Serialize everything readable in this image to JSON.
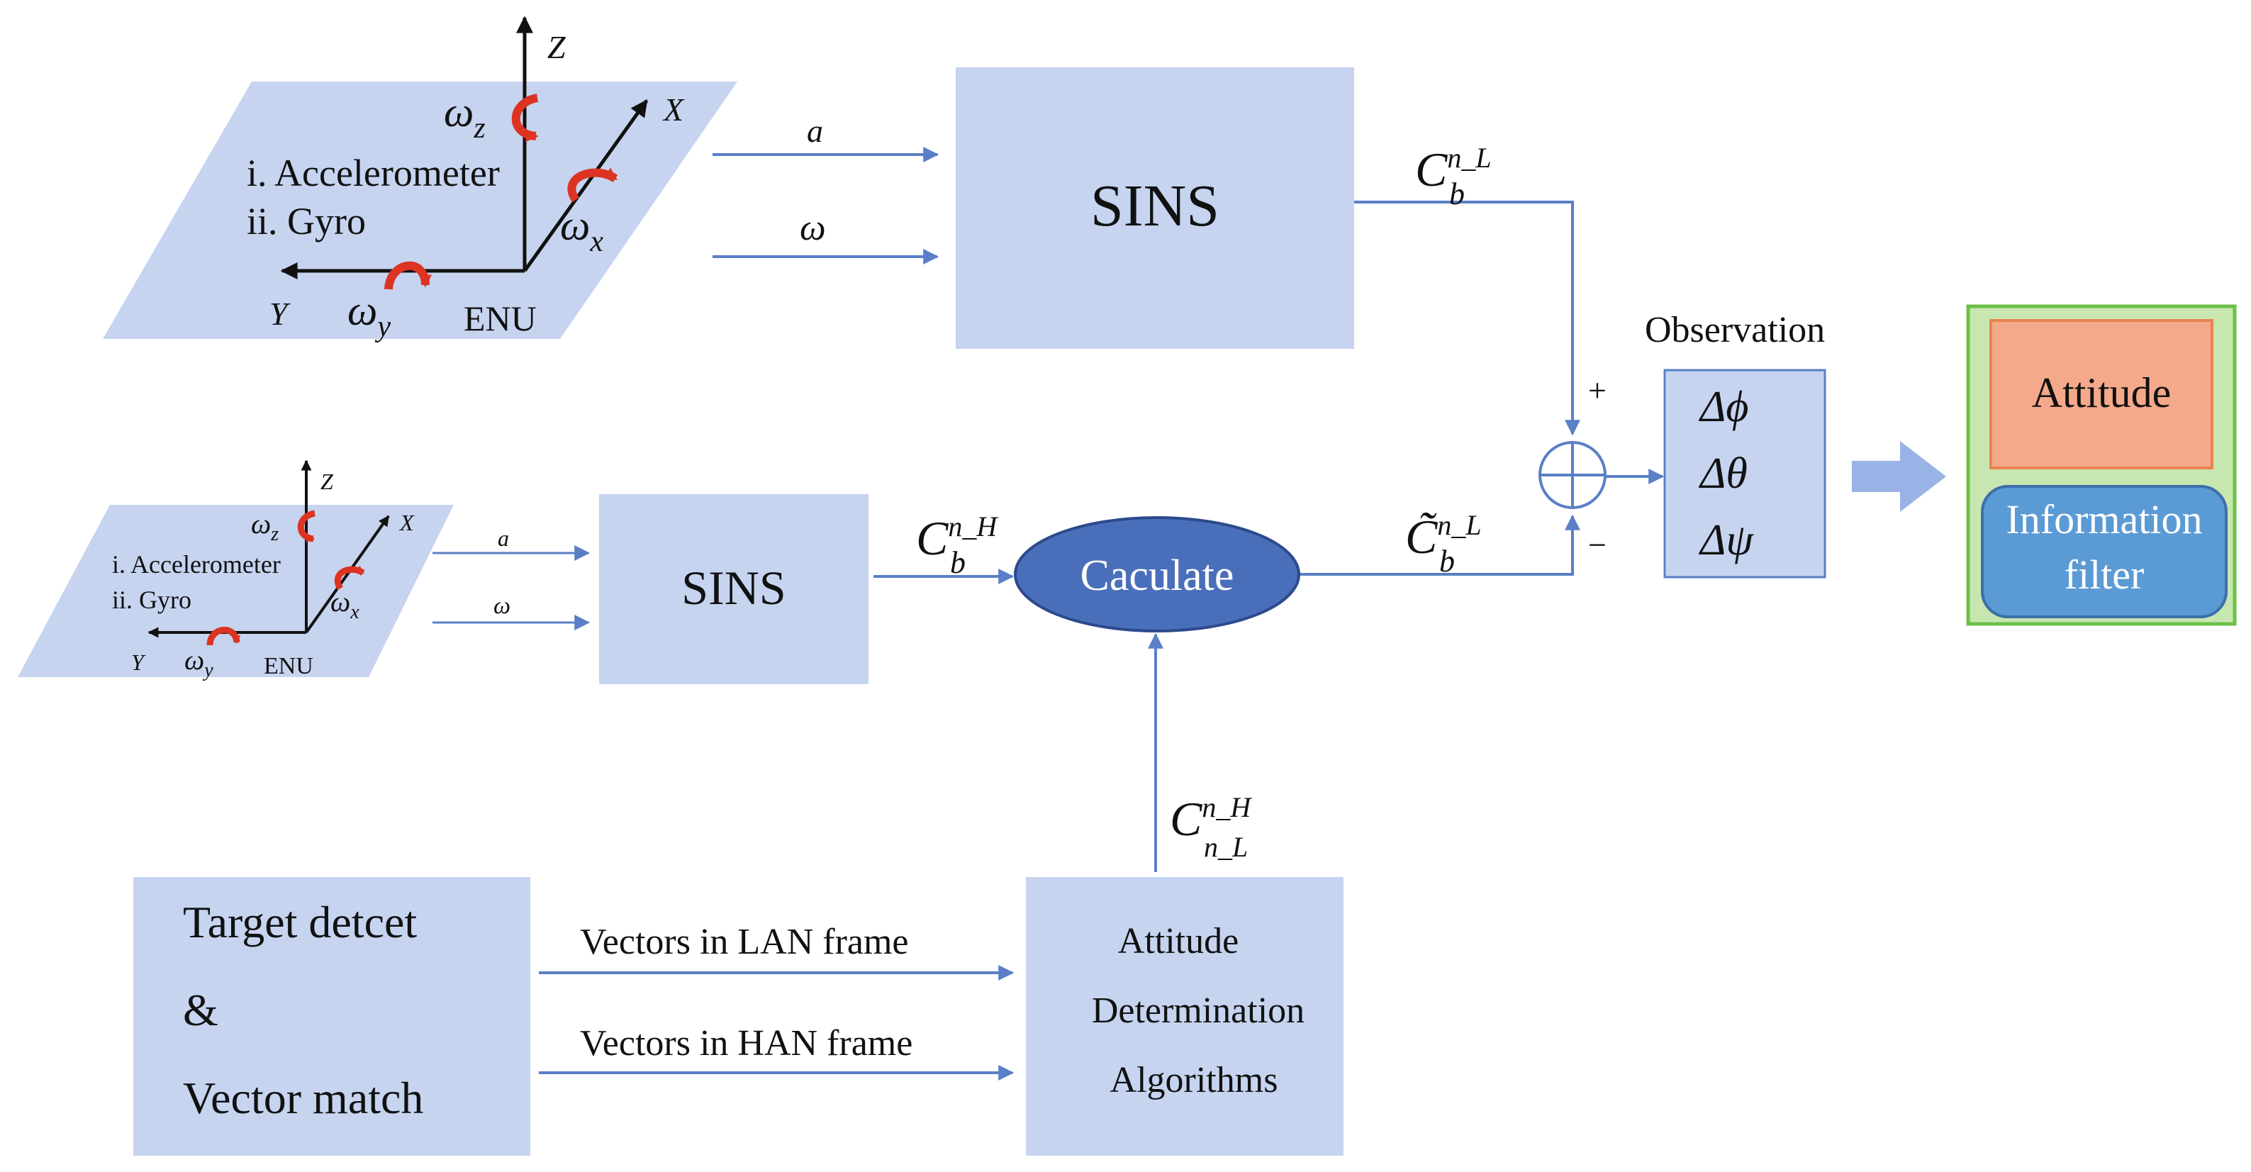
{
  "imu_top": {
    "axis_z": "Z",
    "axis_x": "X",
    "axis_y": "Y",
    "omega_z": "ω",
    "omega_z_sub": "z",
    "omega_x": "ω",
    "omega_x_sub": "x",
    "omega_y": "ω",
    "omega_y_sub": "y",
    "line_accel": "i. Accelerometer",
    "line_gyro": "ii. Gyro",
    "frame": "ENU"
  },
  "imu_bottom": {
    "axis_z": "Z",
    "axis_x": "X",
    "axis_y": "Y",
    "omega_z": "ω",
    "omega_z_sub": "z",
    "omega_x": "ω",
    "omega_x_sub": "x",
    "omega_y": "ω",
    "omega_y_sub": "y",
    "line_accel": "i. Accelerometer",
    "line_gyro": "ii. Gyro",
    "frame": "ENU"
  },
  "signals": {
    "top_a": "a",
    "top_omega": "ω",
    "bottom_a": "a",
    "bottom_omega": "ω"
  },
  "sins_top": {
    "label": "SINS"
  },
  "sins_bottom": {
    "label": "SINS"
  },
  "calculate": {
    "label": "Caculate"
  },
  "matrices": {
    "c_top": {
      "base": "C",
      "sub": "b",
      "sup": "n_L"
    },
    "c_bottom": {
      "base": "C",
      "sub": "b",
      "sup": "n_H"
    },
    "c_tilde": {
      "base": "C̃",
      "sub": "b",
      "sup": "n_L"
    },
    "c_vertical": {
      "base": "C",
      "sub": "n_L",
      "sup": "n_H"
    }
  },
  "sum": {
    "plus": "+",
    "minus": "−"
  },
  "observation": {
    "title": "Observation",
    "items": [
      "Δϕ",
      "Δθ",
      "Δψ"
    ]
  },
  "output": {
    "attitude": "Attitude",
    "filter_line1": "Information",
    "filter_line2": "filter"
  },
  "target_box": {
    "line1": "Target detcet",
    "line2": "&",
    "line3": "Vector match"
  },
  "vectors": {
    "lan": "Vectors in LAN frame",
    "han": "Vectors in HAN frame"
  },
  "attitude_box": {
    "line1": "Attitude",
    "line2": "Determination",
    "line3": "Algorithms"
  },
  "colors": {
    "box_fill": "#c6d4f0",
    "arrow": "#5b7fc7",
    "ellipse_fill": "#4a6fba",
    "ellipse_stroke": "#2c4a8c",
    "rotation_arrow": "#dd3322",
    "attitude_fill": "#f4a98a",
    "attitude_stroke": "#e8844f",
    "filter_fill": "#5b9bd5",
    "filter_stroke": "#3c6ea8",
    "output_panel_fill": "#c8e6b0",
    "output_panel_stroke": "#6cc04a"
  }
}
